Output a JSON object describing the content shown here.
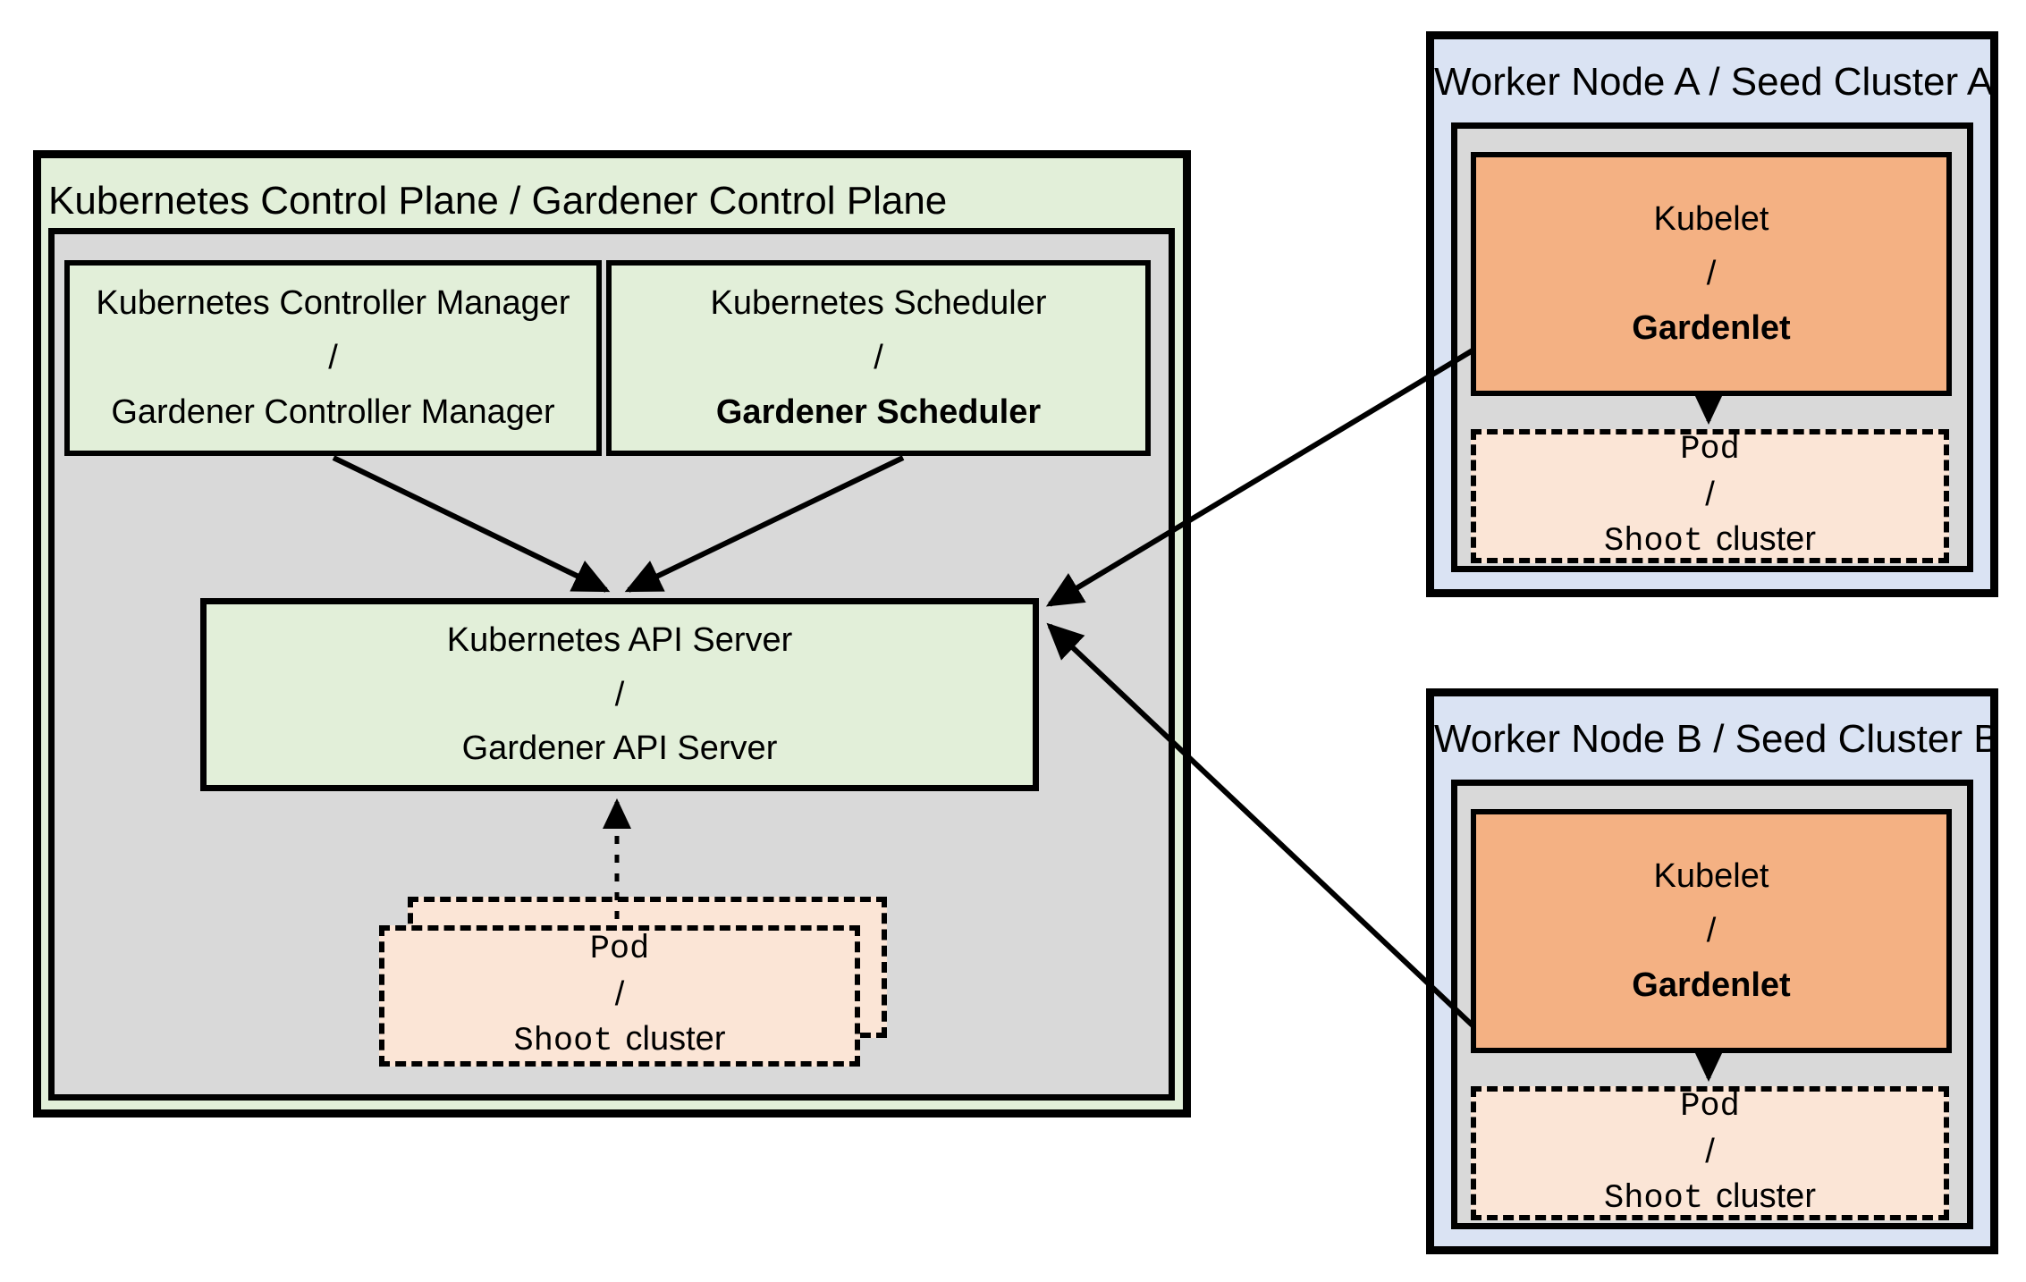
{
  "colors": {
    "green": "#e2efd9",
    "gray": "#d9d9d9",
    "blue": "#dae3f3",
    "orange": "#f4b183",
    "peach": "#fbe5d6",
    "line": "#000000"
  },
  "control_plane": {
    "title": "Kubernetes Control Plane / Gardener Control Plane",
    "controller_manager": {
      "line1": "Kubernetes Controller Manager",
      "slash": "/",
      "line3": "Gardener Controller Manager"
    },
    "scheduler": {
      "line1": "Kubernetes Scheduler",
      "slash": "/",
      "line3": "Gardener Scheduler"
    },
    "api_server": {
      "line1": "Kubernetes API Server",
      "slash": "/",
      "line3": "Gardener API Server"
    },
    "pod": {
      "line1": "Pod",
      "slash": "/",
      "shoot": "Shoot",
      "cluster": "cluster"
    }
  },
  "worker_a": {
    "title": "Worker Node A / Seed Cluster A",
    "kubelet": {
      "line1": "Kubelet",
      "slash": "/",
      "line3": "Gardenlet"
    },
    "pod": {
      "line1": "Pod",
      "slash": "/",
      "shoot": "Shoot",
      "cluster": "cluster"
    }
  },
  "worker_b": {
    "title": "Worker Node B / Seed Cluster B",
    "kubelet": {
      "line1": "Kubelet",
      "slash": "/",
      "line3": "Gardenlet"
    },
    "pod": {
      "line1": "Pod",
      "slash": "/",
      "shoot": "Shoot",
      "cluster": "cluster"
    }
  }
}
